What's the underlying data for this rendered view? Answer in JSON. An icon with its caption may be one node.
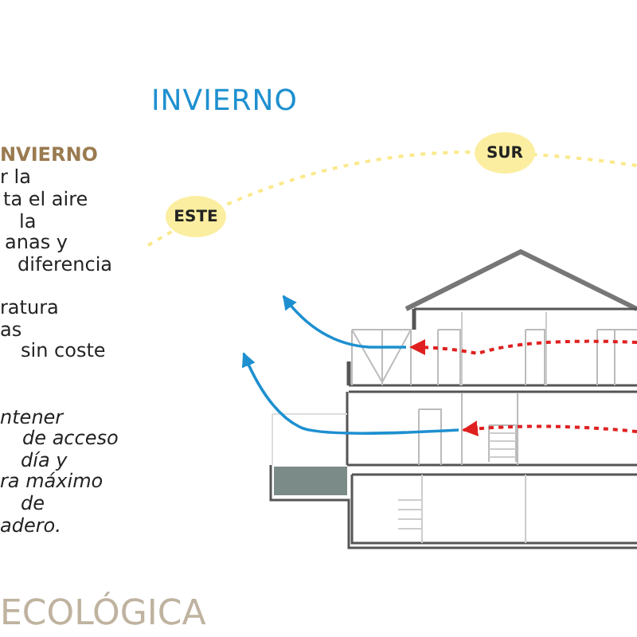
{
  "diagram": {
    "title": "INVIERNO",
    "nodes": [
      {
        "text": [
          "ESTE"
        ]
      },
      {
        "text": [
          "SUR"
        ]
      }
    ],
    "labels": [
      "NVIERNO",
      "r la",
      "ta el aire",
      "la",
      "anas y",
      "diferencia",
      "ratura",
      "as",
      "sin coste",
      "ntener",
      "de acceso",
      "día y",
      "ra máximo",
      "de",
      "adero.",
      "ECOLÓGICA"
    ]
  }
}
